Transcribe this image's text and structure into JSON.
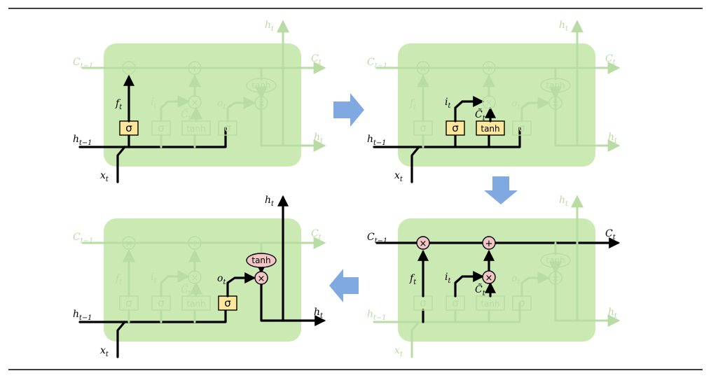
{
  "colors": {
    "cell_fill": "#b9e39a",
    "faded": "#b9dca4",
    "active_line": "#000000",
    "gate_fill_active": "#fce79b",
    "op_fill_active": "#f3c6c6",
    "flow_arrow": "#7fa9e0",
    "rule": "#000000"
  },
  "labels": {
    "c_prev": "C",
    "c_prev_sub": "t−1",
    "c_next": "C",
    "c_next_sub": "t",
    "h_prev": "h",
    "h_prev_sub": "t−1",
    "h_next": "h",
    "h_next_sub": "t",
    "x_in": "x",
    "x_in_sub": "t",
    "f_gate": "f",
    "f_gate_sub": "t",
    "i_gate": "i",
    "i_gate_sub": "t",
    "o_gate": "o",
    "o_gate_sub": "t",
    "c_tilde": "C̃",
    "c_tilde_sub": "t",
    "sigma": "σ",
    "tanh": "tanh",
    "times": "×",
    "plus": "+"
  },
  "panels": [
    {
      "id": "forget-gate",
      "step": 1,
      "position": "top-left",
      "active_parts": [
        "h_in",
        "x_in",
        "sigma_f",
        "f_out"
      ]
    },
    {
      "id": "input-gate",
      "step": 2,
      "position": "top-right",
      "active_parts": [
        "h_in",
        "x_in",
        "sigma_i",
        "tanh_c",
        "i_out",
        "c_out"
      ]
    },
    {
      "id": "cell-update",
      "step": 3,
      "position": "bottom-right",
      "active_parts": [
        "c_line",
        "mul_f",
        "add",
        "mul_i",
        "f_up",
        "i_up",
        "c_up"
      ]
    },
    {
      "id": "output-gate",
      "step": 4,
      "position": "bottom-left",
      "active_parts": [
        "h_in",
        "x_in",
        "sigma_o",
        "tanh_out",
        "mul_o",
        "h_out",
        "h_top"
      ]
    }
  ]
}
